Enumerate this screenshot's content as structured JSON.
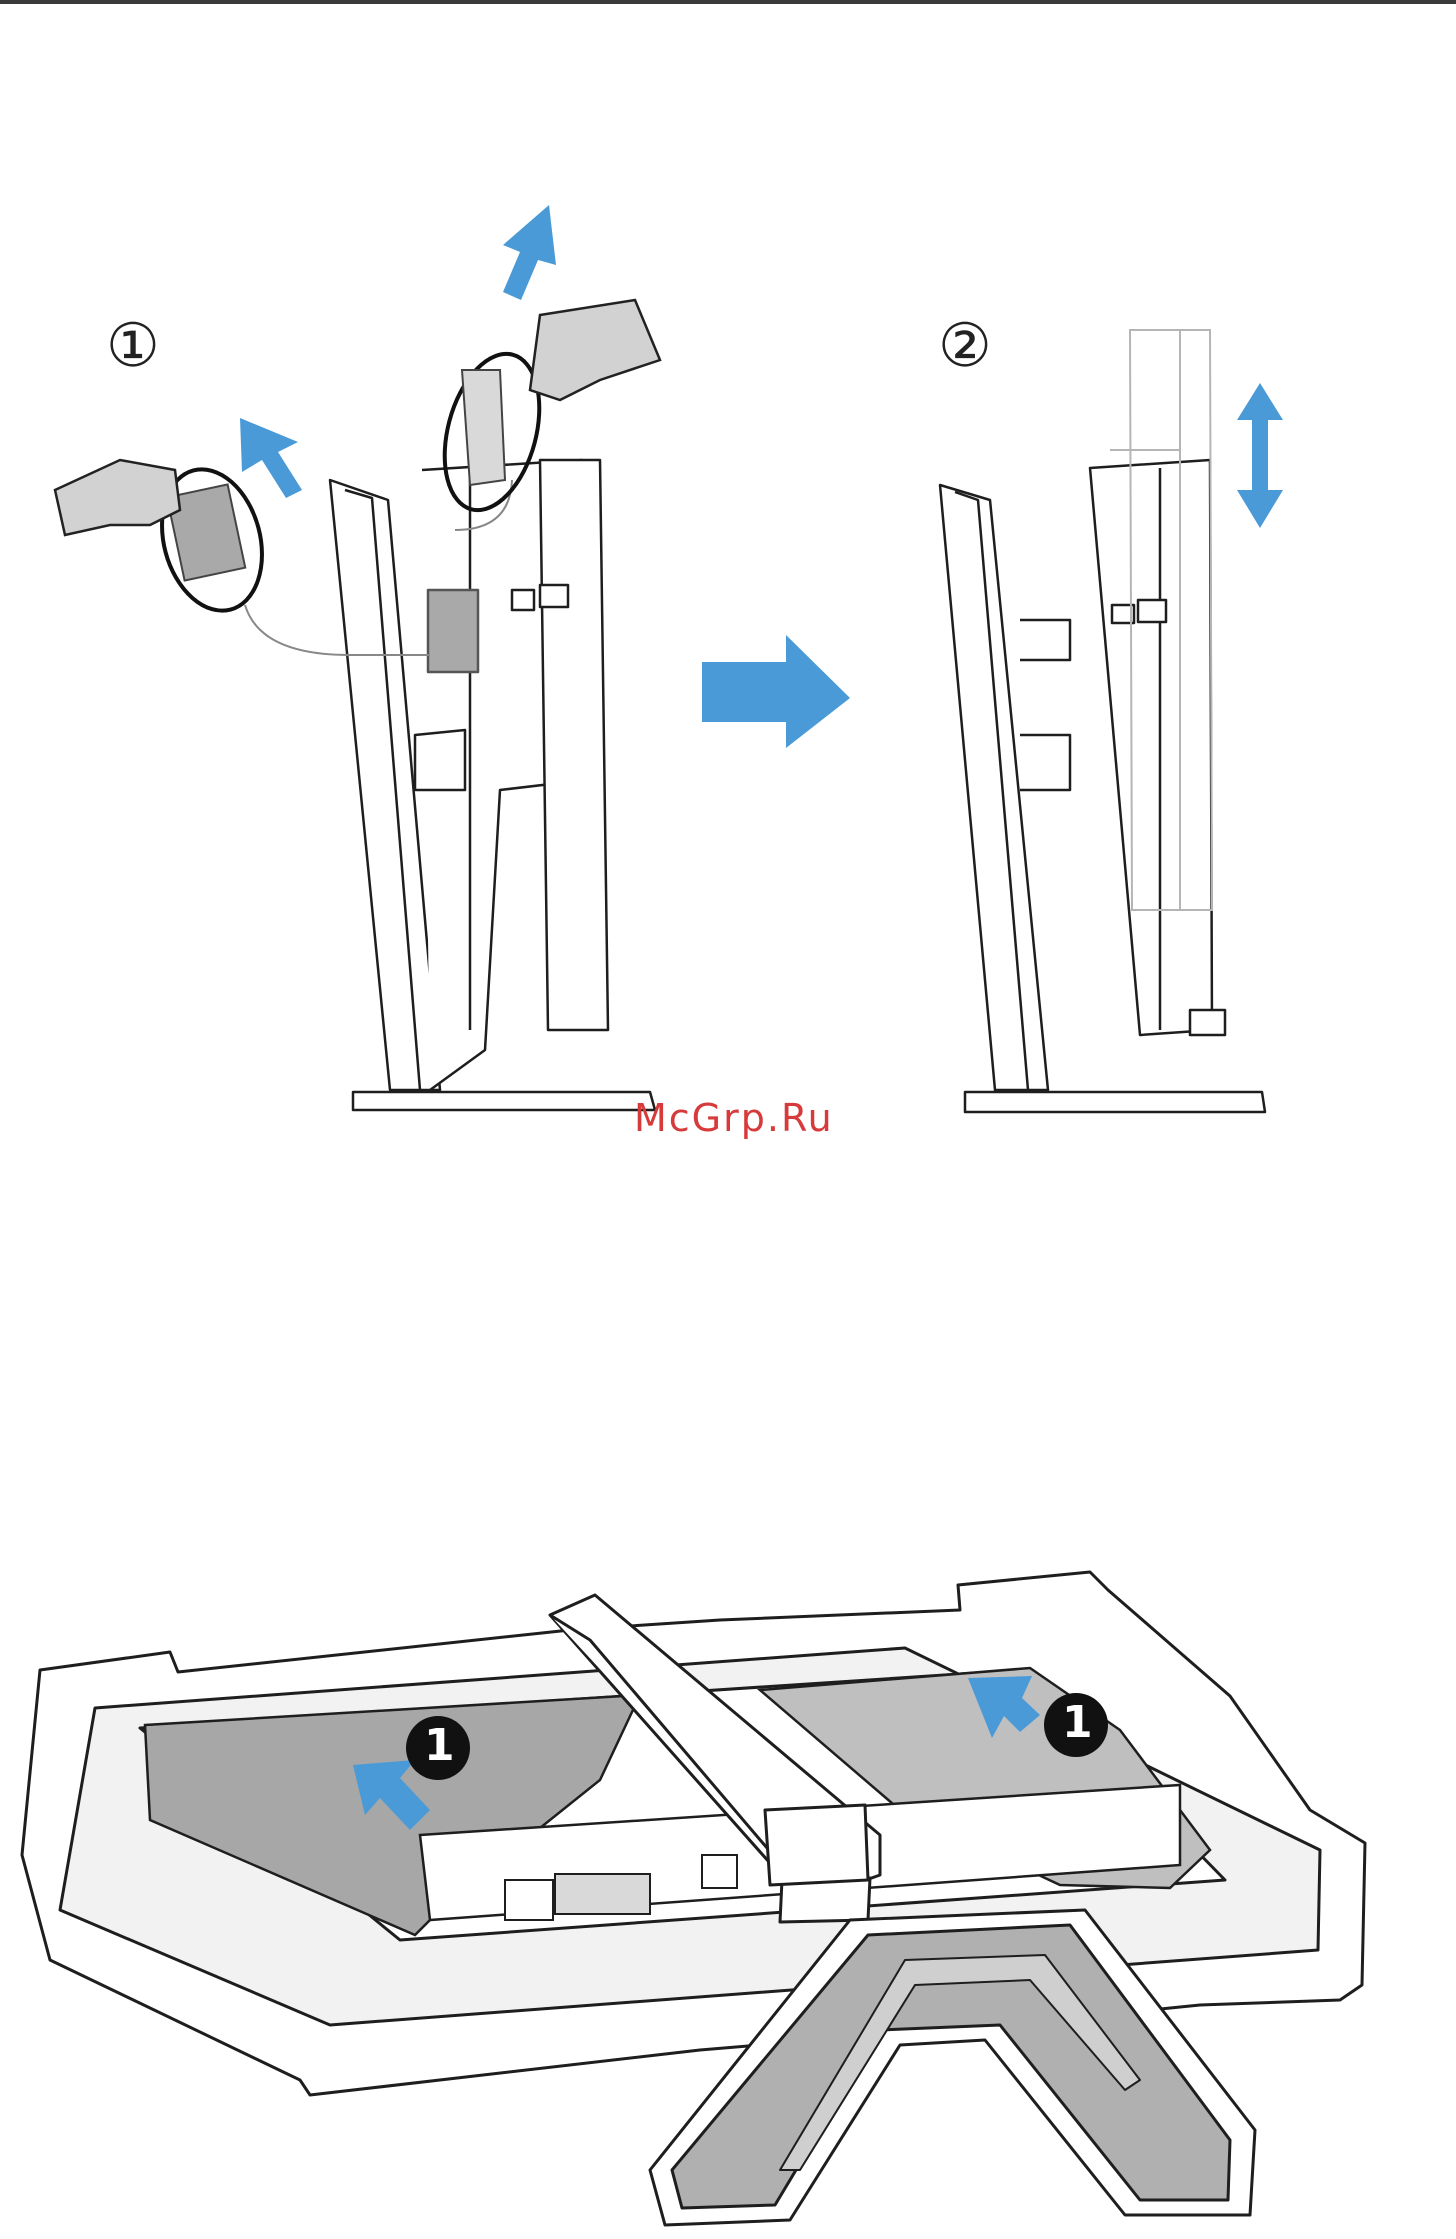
{
  "watermark": {
    "text": "McGrp.Ru"
  },
  "step1": {
    "number": "①"
  },
  "step2": {
    "number": "②"
  },
  "badges": {
    "left": "1",
    "right": "1"
  },
  "colors": {
    "accent_arrow": "#4a9ad8",
    "line": "#1e1e1e",
    "tape": "#a9a9a9",
    "watermark": "#d63a3a"
  },
  "icons": [
    "hand-icon",
    "up-arrow-icon",
    "right-arrow-icon",
    "updown-arrow-icon"
  ]
}
